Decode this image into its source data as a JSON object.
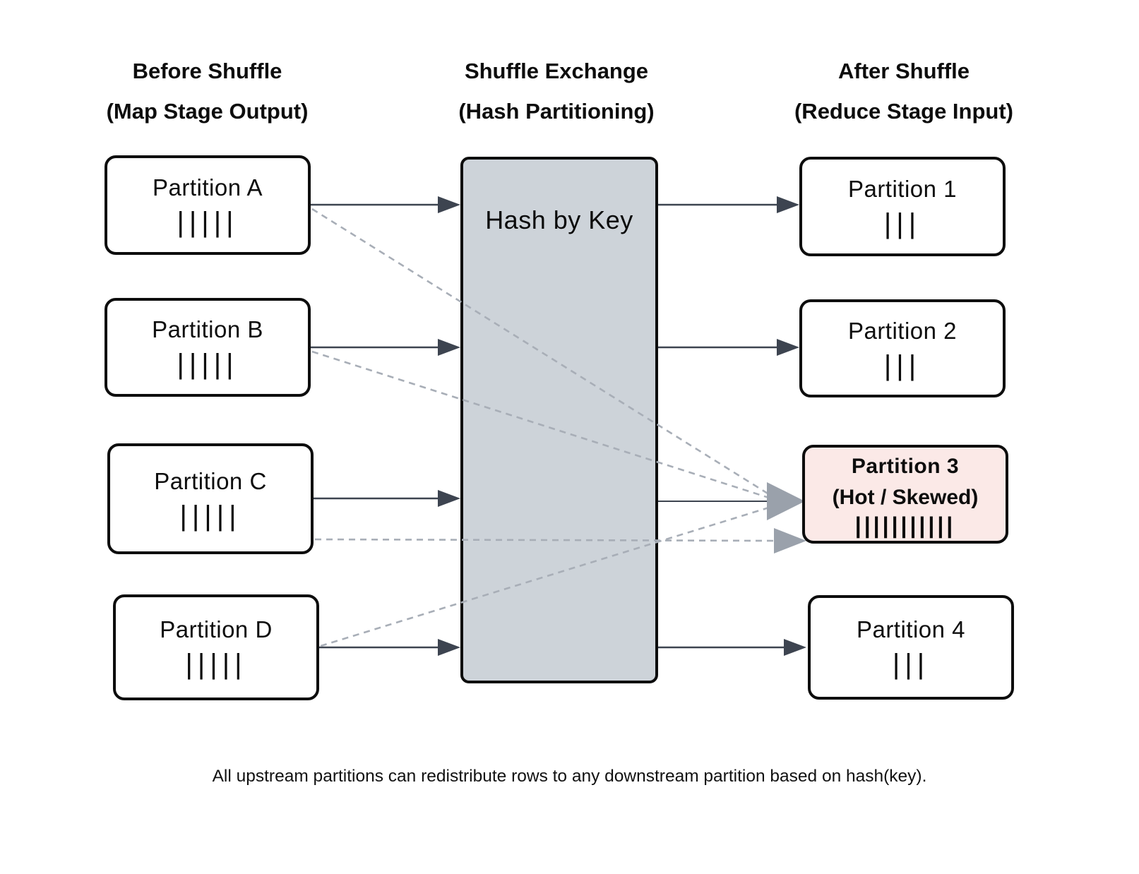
{
  "headers": {
    "left": {
      "line1": "Before Shuffle",
      "line2": "(Map Stage Output)"
    },
    "middle": {
      "line1": "Shuffle Exchange",
      "line2": "(Hash Partitioning)"
    },
    "right": {
      "line1": "After Shuffle",
      "line2": "(Reduce Stage Input)"
    }
  },
  "hash_box": {
    "label": "Hash by Key"
  },
  "before_partitions": [
    {
      "label": "Partition A",
      "tally": "|||||",
      "row_count": 5
    },
    {
      "label": "Partition B",
      "tally": "|||||",
      "row_count": 5
    },
    {
      "label": "Partition C",
      "tally": "|||||",
      "row_count": 5
    },
    {
      "label": "Partition D",
      "tally": "|||||",
      "row_count": 5
    }
  ],
  "after_partitions": [
    {
      "label": "Partition 1",
      "tally": "|||",
      "row_count": 3,
      "hot": false
    },
    {
      "label": "Partition 2",
      "tally": "|||",
      "row_count": 3,
      "hot": false
    },
    {
      "label": "Partition 3",
      "sublabel": "(Hot / Skewed)",
      "tally": "|||||||||||",
      "row_count": 11,
      "hot": true
    },
    {
      "label": "Partition 4",
      "tally": "|||",
      "row_count": 3,
      "hot": false
    }
  ],
  "caption": "All upstream partitions can redistribute rows to any downstream partition based on hash(key).",
  "colors": {
    "arrow_dark": "#3d4450",
    "arrow_light": "#a8aeb7",
    "gray_arrowhead": "#9aa1ab",
    "hash_box_fill": "#cdd3d9",
    "hot_partition_fill": "#fbe9e7",
    "box_border": "#0d0d0d",
    "text": "#0d0d0d"
  }
}
